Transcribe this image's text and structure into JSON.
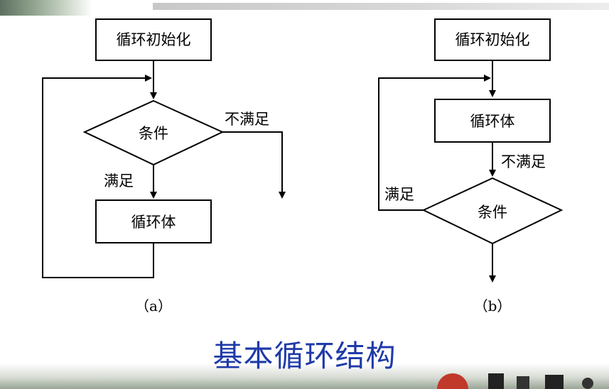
{
  "diagram_a": {
    "init_label": "循环初始化",
    "condition_label": "条件",
    "body_label": "循环体",
    "yes_label": "满足",
    "no_label": "不满足",
    "caption": "（a）"
  },
  "diagram_b": {
    "init_label": "循环初始化",
    "body_label": "循环体",
    "condition_label": "条件",
    "yes_label": "满足",
    "no_label": "不满足",
    "caption": "（b）"
  },
  "slide_title": "基本循环结构",
  "colors": {
    "line": "#000000",
    "title": "#1f3aa8"
  }
}
